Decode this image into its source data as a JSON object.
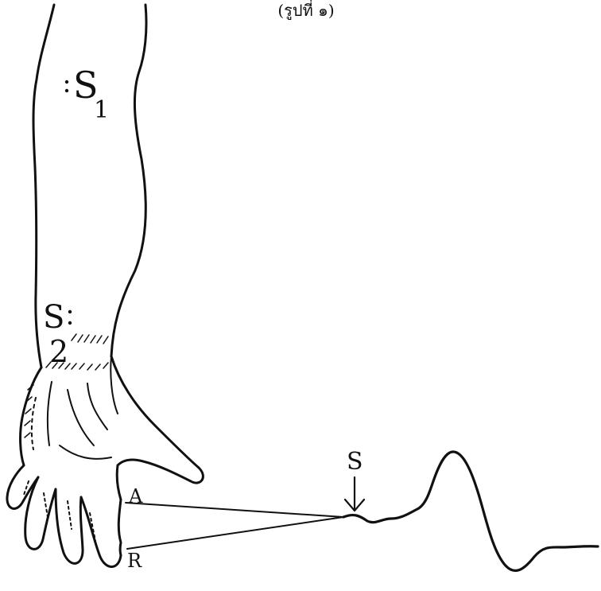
{
  "figure": {
    "caption": "(รูปที่ ๑)"
  },
  "labels": {
    "s1_main": "S",
    "s1_sub": "1",
    "s2_main": "S",
    "s2_sub": "2",
    "stimulus": "S",
    "active": "A",
    "reference": "R"
  },
  "colors": {
    "ink": "#111111",
    "background": "#ffffff"
  }
}
